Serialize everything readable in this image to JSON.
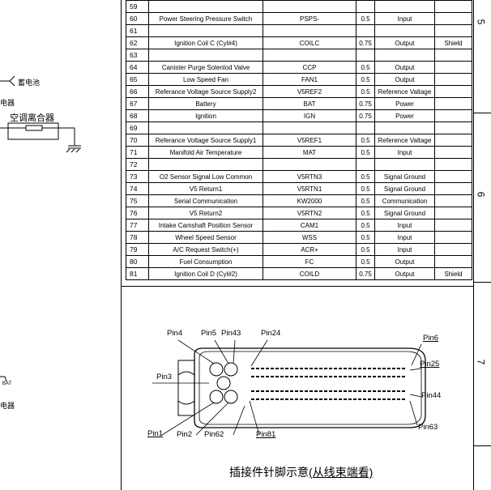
{
  "table": {
    "rows": [
      {
        "pin": "59",
        "func": "",
        "code": "",
        "gauge": "",
        "type": "",
        "note": ""
      },
      {
        "pin": "60",
        "func": "Power Steering Pressure Switch",
        "code": "PSPS-",
        "gauge": "0.5",
        "type": "Input",
        "note": ""
      },
      {
        "pin": "61",
        "func": "",
        "code": "",
        "gauge": "",
        "type": "",
        "note": ""
      },
      {
        "pin": "62",
        "func": "Ignition Coil C (Cyl#4)",
        "code": "COILC",
        "gauge": "0.75",
        "type": "Output",
        "note": "Shield"
      },
      {
        "pin": "63",
        "func": "",
        "code": "",
        "gauge": "",
        "type": "",
        "note": ""
      },
      {
        "pin": "64",
        "func": "Canister Purge Solenlod Valve",
        "code": "CCP",
        "gauge": "0.5",
        "type": "Output",
        "note": ""
      },
      {
        "pin": "65",
        "func": "Low Speed Fan",
        "code": "FAN1",
        "gauge": "0.5",
        "type": "Output",
        "note": ""
      },
      {
        "pin": "66",
        "func": "Referance Voltage Source Supply2",
        "code": "V5REF2",
        "gauge": "0.5",
        "type": "Reference Valtage",
        "note": ""
      },
      {
        "pin": "67",
        "func": "Battery",
        "code": "BAT",
        "gauge": "0.75",
        "type": "Power",
        "note": ""
      },
      {
        "pin": "68",
        "func": "Ignition",
        "code": "IGN",
        "gauge": "0.75",
        "type": "Power",
        "note": ""
      },
      {
        "pin": "69",
        "func": "",
        "code": "",
        "gauge": "",
        "type": "",
        "note": ""
      },
      {
        "pin": "70",
        "func": "Referance Voltage Source Supply1",
        "code": "V5REF1",
        "gauge": "0.5",
        "type": "Reference Valtage",
        "note": ""
      },
      {
        "pin": "71",
        "func": "Manifold Air Temperature",
        "code": "MAT",
        "gauge": "0.5",
        "type": "Input",
        "note": ""
      },
      {
        "pin": "72",
        "func": "",
        "code": "",
        "gauge": "",
        "type": "",
        "note": ""
      },
      {
        "pin": "73",
        "func": "O2 Sensor Signal Low Common",
        "code": "V5RTN3",
        "gauge": "0.5",
        "type": "Signal Ground",
        "note": ""
      },
      {
        "pin": "74",
        "func": "V5 Return1",
        "code": "V5RTN1",
        "gauge": "0.5",
        "type": "Signal Ground",
        "note": ""
      },
      {
        "pin": "75",
        "func": "Serial Communication",
        "code": "KW2000",
        "gauge": "0.5",
        "type": "Communication",
        "note": ""
      },
      {
        "pin": "76",
        "func": "V5 Return2",
        "code": "V5RTN2",
        "gauge": "0.5",
        "type": "Signal Ground",
        "note": ""
      },
      {
        "pin": "77",
        "func": "Intake Camshaft Position Sensor",
        "code": "CAM1",
        "gauge": "0.5",
        "type": "Input",
        "note": ""
      },
      {
        "pin": "78",
        "func": "Wheel Speed Sensor",
        "code": "WSS",
        "gauge": "0.5",
        "type": "Input",
        "note": ""
      },
      {
        "pin": "79",
        "func": "A/C Request Switch(+)",
        "code": "ACR+",
        "gauge": "0.5",
        "type": "Input",
        "note": ""
      },
      {
        "pin": "80",
        "func": "Fuel Consumption",
        "code": "FC",
        "gauge": "0.5",
        "type": "Output",
        "note": ""
      },
      {
        "pin": "81",
        "func": "Ignition Coil D (Cyl#2)",
        "code": "COILD",
        "gauge": "0.75",
        "type": "Output",
        "note": "Shield"
      }
    ]
  },
  "zones": {
    "z5": "5",
    "z6": "6",
    "z7": "7"
  },
  "left": {
    "battery": "蓄电池",
    "relay_a": "电器",
    "clutch": "空调离合器",
    "bat": "BAT",
    "relay_b": "电器"
  },
  "connector": {
    "pins": {
      "pin4": "Pin4",
      "pin5": "Pin5",
      "pin43": "Pin43",
      "pin24": "Pin24",
      "pin6": "Pin6",
      "pin25": "Pin25",
      "pin3": "Pin3",
      "pin44": "Pin44",
      "pin63": "Pin63",
      "pin1": "Pin1",
      "pin2": "Pin2",
      "pin62": "Pin62",
      "pin81": "Pin81"
    },
    "caption_main": "插接件针脚示意",
    "caption_view": "(从线束端看)"
  }
}
